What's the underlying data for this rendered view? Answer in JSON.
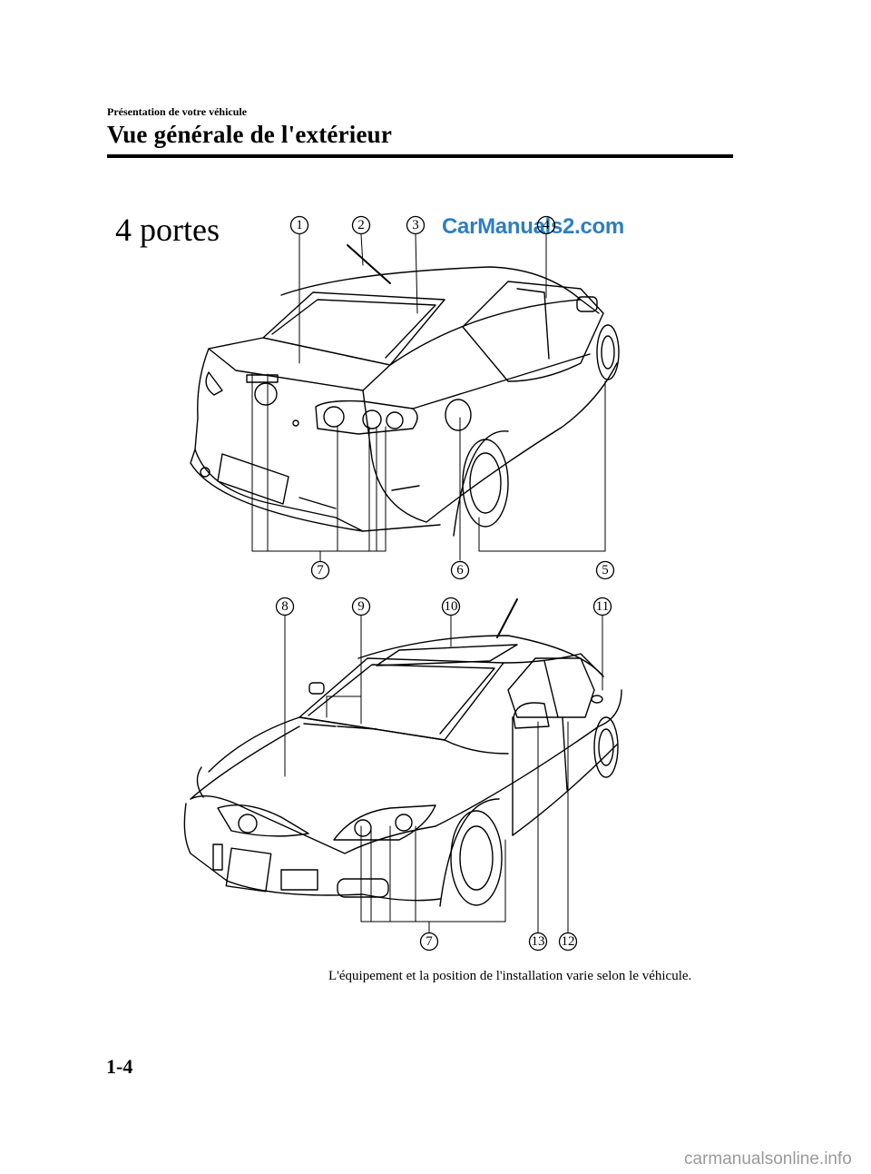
{
  "header": {
    "section": "Présentation de votre véhicule",
    "title": "Vue générale de l'extérieur"
  },
  "variant_label": "4 portes",
  "watermark_top": "CarManuals2.com",
  "callouts_rear": [
    "1",
    "2",
    "3",
    "4",
    "5",
    "6",
    "7"
  ],
  "callouts_front": [
    "7",
    "8",
    "9",
    "10",
    "11",
    "12",
    "13"
  ],
  "caption": "L'équipement et la position de l'installation varie selon le véhicule.",
  "page_number": "1-4",
  "watermark_bottom": "carmanualsonline.info"
}
